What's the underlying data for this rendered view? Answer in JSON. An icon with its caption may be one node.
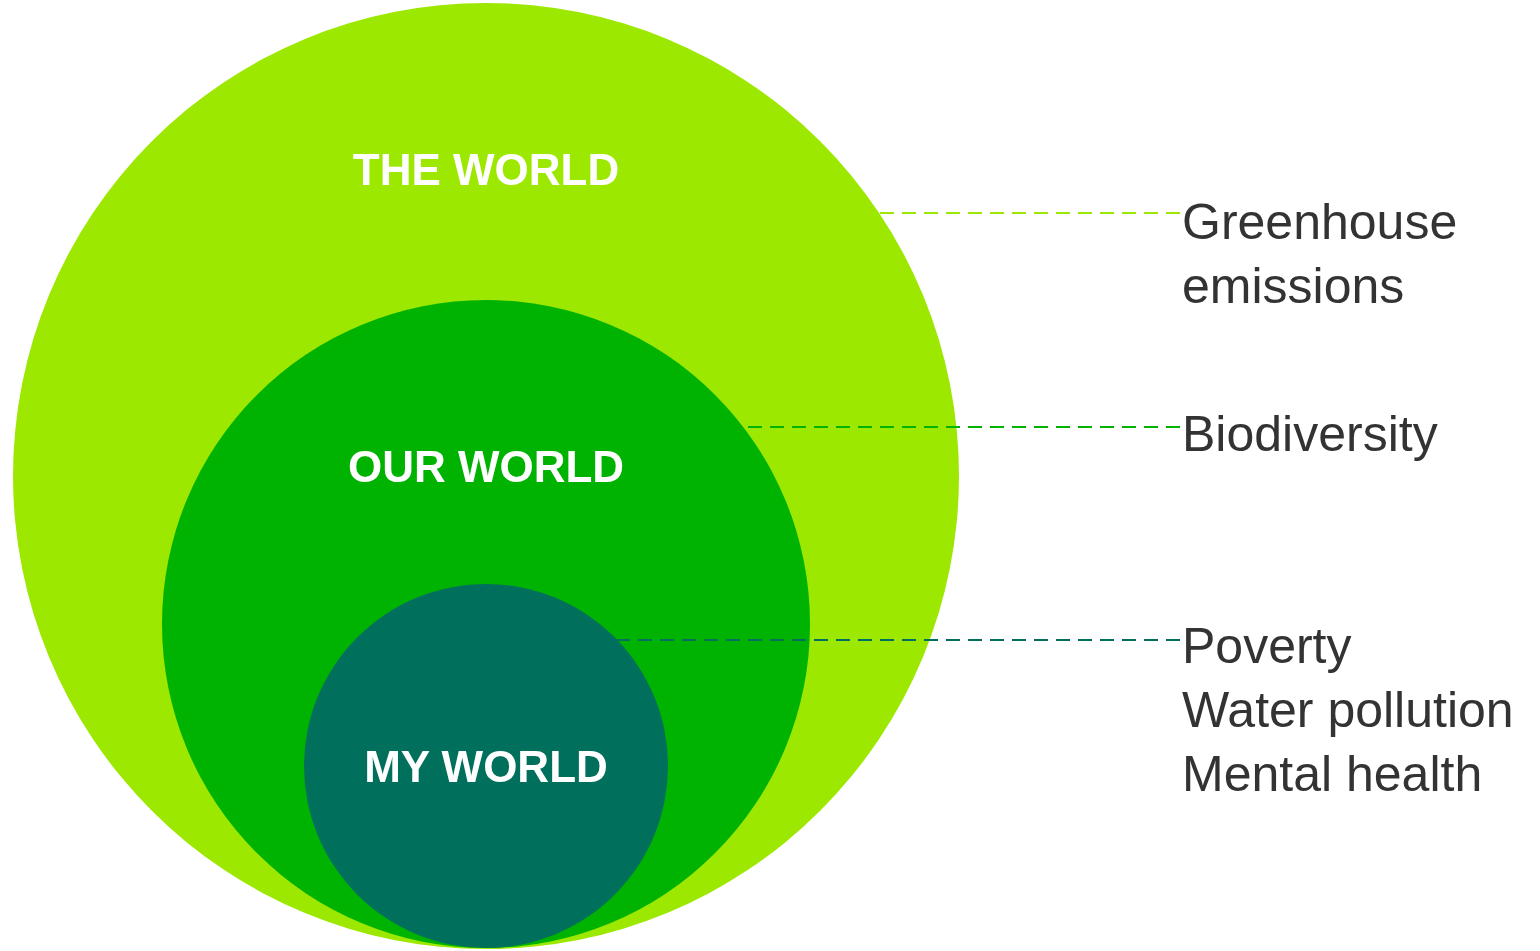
{
  "diagram": {
    "nodes": [
      {
        "text": [
          "THE WORLD"
        ]
      },
      {
        "text": [
          "OUR WORLD"
        ],
        "in": 0
      },
      {
        "text": [
          "MY WORLD"
        ],
        "in": 1
      },
      {
        "text": [
          "Greenhouse emissions"
        ]
      },
      {
        "text": [
          "Biodiversity"
        ]
      },
      {
        "text": [
          "Poverty",
          "Water pollution",
          "Mental health"
        ]
      }
    ],
    "edges": [
      {
        "from": 3,
        "to": 0,
        "arrow": "none",
        "style": "dashed",
        "color": "#9de800"
      },
      {
        "from": 4,
        "to": 1,
        "arrow": "none",
        "style": "dashed",
        "color": "#00b300"
      },
      {
        "from": 5,
        "to": 2,
        "arrow": "none",
        "style": "dashed",
        "color": "#00705c"
      }
    ]
  }
}
